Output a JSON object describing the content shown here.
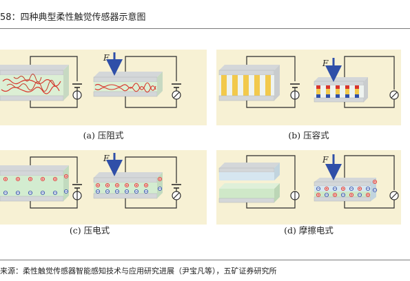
{
  "header": {
    "title": "58：四种典型柔性触觉传感器示意图"
  },
  "panels": {
    "a": {
      "caption": "(a) 压阻式",
      "force": "F"
    },
    "b": {
      "caption": "(b) 压容式",
      "force": "F"
    },
    "c": {
      "caption": "(c) 压电式",
      "force": "F"
    },
    "d": {
      "caption": "(d) 摩擦电式",
      "force": "F"
    }
  },
  "footer": {
    "source": "来源：柔性触觉传感器智能感知技术与应用研究进展（尹宝凡等），五矿证券研究所"
  },
  "colors": {
    "panel_bg": "#f7f1d4",
    "wire": "#2b2b2b",
    "arrow": "#2f4fa8",
    "electrode": "#d4d7d9",
    "resistive_fill": "#dcefd4",
    "fiber": "#d9342b",
    "capacitive_pillar": "#f2c94c",
    "piezo_fill": "#d3ecd0",
    "positive_charge": "#d9342b",
    "negative_charge": "#2f4fa8",
    "triboelectric_layer_top": "#d6e6f0",
    "triboelectric_layer_bottom": "#cfe8c8"
  }
}
